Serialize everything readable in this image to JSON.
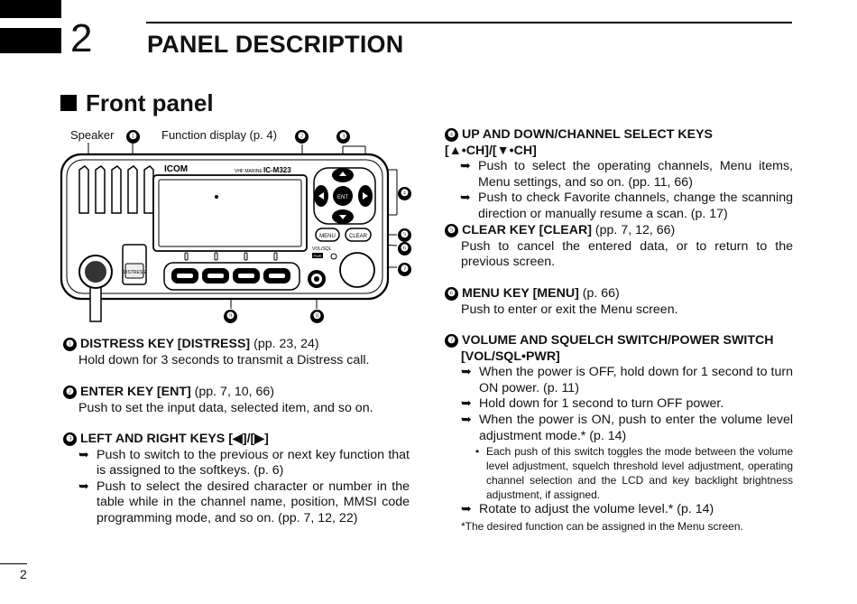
{
  "header": {
    "chapter_number": "2",
    "chapter_title": "PANEL DESCRIPTION"
  },
  "section_title": "Front panel",
  "figure": {
    "label_speaker": "Speaker",
    "label_function_display": "Function display (p. 4)",
    "callouts": [
      "❶",
      "❷",
      "❸",
      "❹",
      "❺",
      "❻",
      "❼",
      "❽",
      "❾"
    ],
    "brand": "ICOM",
    "model": "IC-M323",
    "vhf_marine": "VHF MARINE",
    "key_ent": "ENT",
    "key_menu": "MENU",
    "key_clear": "CLEAR",
    "key_distress": "DISTRESS",
    "key_vol": "VOL/SQL",
    "key_pwr": "PWR"
  },
  "left_items": [
    {
      "num": "❶",
      "title": "DISTRESS KEY [DISTRESS]",
      "ref": " (pp. 23, 24)",
      "body": "Hold down for 3 seconds to transmit a Distress call."
    },
    {
      "num": "❷",
      "title": "ENTER KEY [ENT]",
      "ref": " (pp. 7, 10, 66)",
      "body": "Push to set the input data, selected item, and so on."
    },
    {
      "num": "❸",
      "title": "LEFT AND RIGHT KEYS [◀]/[▶]",
      "bullets": [
        "Push to switch to the previous or next key function that is assigned to the softkeys. (p. 6)",
        "Push to select the desired character or number in the table while in the channel name, position, MMSI code programming mode, and so on. (pp. 7, 12, 22)"
      ]
    }
  ],
  "right_items": [
    {
      "num": "❹",
      "title": "UP AND DOWN/CHANNEL SELECT KEYS [▲•CH]/[▼•CH]",
      "bullets": [
        "Push to select the operating channels, Menu items, Menu settings, and so on. (pp. 11, 66)",
        "Push to check Favorite channels, change the scanning direction or manually resume a scan. (p. 17)"
      ]
    },
    {
      "num": "❺",
      "title": "CLEAR KEY [CLEAR]",
      "ref": " (pp. 7, 12, 66)",
      "body": "Push to cancel the entered data, or to return to the previous screen."
    },
    {
      "num": "❻",
      "title": "MENU KEY [MENU]",
      "ref": " (p. 66)",
      "body": "Push to enter or exit the Menu screen."
    },
    {
      "num": "❼",
      "title": "VOLUME AND SQUELCH SWITCH/POWER SWITCH [VOL/SQL•PWR]",
      "bullets": [
        "When the power is OFF, hold down for 1 second to turn ON power. (p. 11)",
        "Hold down for 1 second to turn OFF power.",
        "When the power is ON, push to enter the volume level adjustment mode.* (p. 14)"
      ],
      "sub_bullet": "Each push of this switch toggles the mode between the volume level adjustment, squelch threshold level adjustment, operating channel selection and the LCD and key backlight brightness adjustment, if assigned.",
      "bullet_last": "Rotate to adjust the volume level.* (p. 14)",
      "footnote": "*The desired function can be assigned in the Menu screen."
    }
  ],
  "arrow_glyph": "➥",
  "page_number": "2"
}
